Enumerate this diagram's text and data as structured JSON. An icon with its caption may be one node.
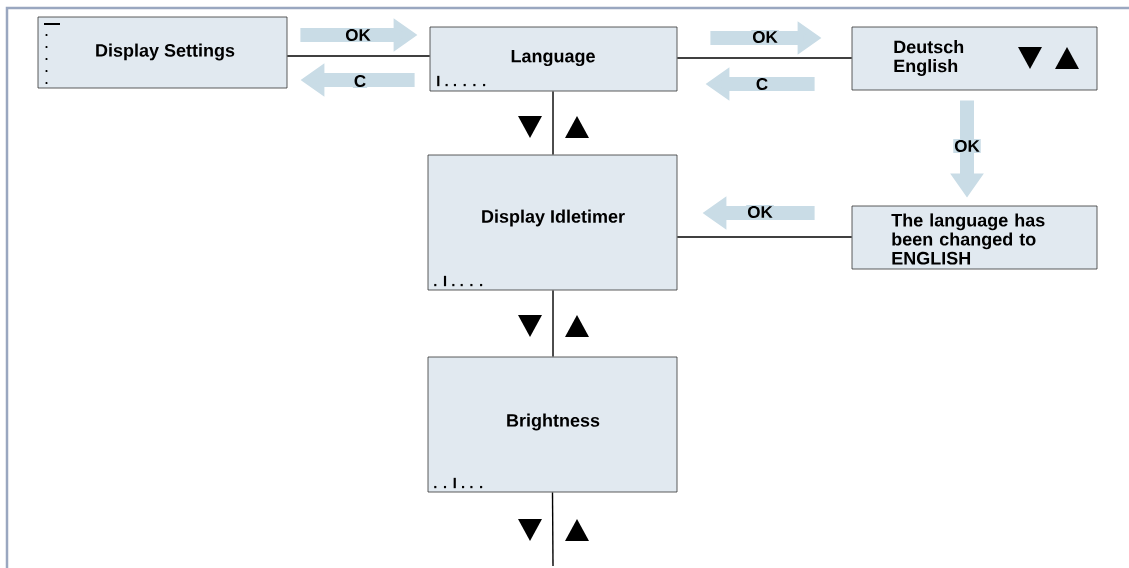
{
  "diagram": {
    "nodes": [
      {
        "text": [
          "Display Settings"
        ]
      },
      {
        "text": [
          "Language",
          "I . . . . ."
        ]
      },
      {
        "text": [
          "Deutsch English"
        ]
      },
      {
        "text": [
          "Display Idletimer",
          ". I . . . ."
        ]
      },
      {
        "text": [
          "The language has been changed to ENGLISH"
        ]
      },
      {
        "text": [
          "Brightness",
          ". . I . . ."
        ]
      }
    ],
    "edges": [
      {
        "from": 0,
        "to": 1,
        "arrow": "none"
      },
      {
        "from": 1,
        "to": 2,
        "arrow": "none"
      },
      {
        "from": 1,
        "to": 3,
        "arrow": "none"
      },
      {
        "from": 3,
        "to": 4,
        "arrow": "none"
      },
      {
        "from": 3,
        "to": 5,
        "arrow": "none"
      },
      {
        "from": 5,
        "to": null,
        "arrow": "none"
      },
      {
        "from": 0,
        "to": 1,
        "arrow": "to",
        "label": "OK",
        "style": "thick",
        "color": "#c9dce6"
      },
      {
        "from": 1,
        "to": 0,
        "arrow": "to",
        "label": "C",
        "style": "thick",
        "color": "#c9dce6"
      },
      {
        "from": 1,
        "to": 2,
        "arrow": "to",
        "label": "OK",
        "style": "thick",
        "color": "#c9dce6"
      },
      {
        "from": 2,
        "to": 1,
        "arrow": "to",
        "label": "C",
        "style": "thick",
        "color": "#c9dce6"
      },
      {
        "from": 2,
        "to": 4,
        "arrow": "to",
        "label": "OK",
        "style": "thick",
        "color": "#c9dce6"
      },
      {
        "from": 4,
        "to": 3,
        "arrow": "to",
        "label": "OK",
        "style": "thick",
        "color": "#c9dce6"
      }
    ]
  }
}
